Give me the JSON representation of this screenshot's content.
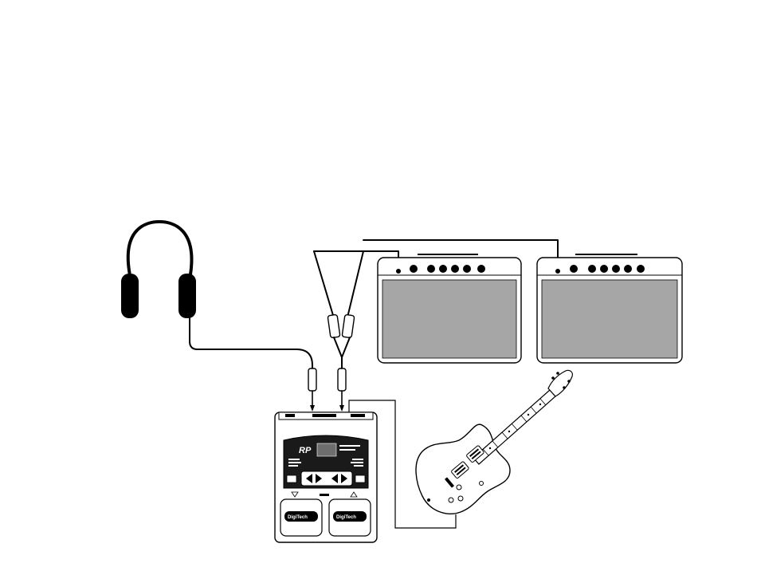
{
  "pedal": {
    "model_label": "RP",
    "brand_left": "DigiTech",
    "brand_right": "DigiTech"
  },
  "colors": {
    "line": "#000000",
    "amp_grille": "#a6a6a6",
    "pedal_panel": "#1a1a1a",
    "background": "#ffffff"
  },
  "icons": [
    "headphones-icon",
    "amplifier-icon",
    "guitar-icon",
    "multi-effects-pedal-icon",
    "y-cable-icon"
  ]
}
